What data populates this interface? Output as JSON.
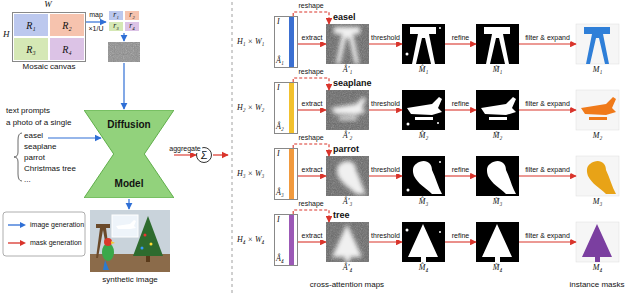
{
  "diagram": {
    "nodes": [
      {
        "text": [
          "Mosaic canvas"
        ]
      },
      {
        "text": [
          "R₁"
        ],
        "in": 0
      },
      {
        "text": [
          "R₂"
        ],
        "in": 0
      },
      {
        "text": [
          "R₃"
        ],
        "in": 0
      },
      {
        "text": [
          "R₄"
        ],
        "in": 0
      },
      {
        "text": [
          "r₁"
        ]
      },
      {
        "text": [
          "r₂"
        ]
      },
      {
        "text": [
          "r₃"
        ]
      },
      {
        "text": [
          "r₄"
        ]
      },
      {
        "text": [
          "Diffusion",
          "Model"
        ]
      },
      {
        "text": [
          "Σ"
        ]
      },
      {
        "text": [
          "I",
          "Â₁"
        ]
      },
      {
        "text": [
          "easel",
          "Â′₁"
        ]
      },
      {
        "text": [
          "M̂₁"
        ]
      },
      {
        "text": [
          "M̃₁"
        ]
      },
      {
        "text": [
          "M₁"
        ]
      },
      {
        "text": [
          "I",
          "Â₂"
        ]
      },
      {
        "text": [
          "seaplane",
          "Â′₂"
        ]
      },
      {
        "text": [
          "M̂₂"
        ]
      },
      {
        "text": [
          "M̃₂"
        ]
      },
      {
        "text": [
          "M₂"
        ]
      },
      {
        "text": [
          "I",
          "Â₃"
        ]
      },
      {
        "text": [
          "parrot",
          "Â′₃"
        ]
      },
      {
        "text": [
          "M̂₃"
        ]
      },
      {
        "text": [
          "M̃₃"
        ]
      },
      {
        "text": [
          "M₃"
        ]
      },
      {
        "text": [
          "I",
          "Â₄"
        ]
      },
      {
        "text": [
          "tree",
          "Â′₄"
        ]
      },
      {
        "text": [
          "M̂₄"
        ]
      },
      {
        "text": [
          "M̃₄"
        ]
      },
      {
        "text": [
          "M₄"
        ]
      }
    ],
    "edges": [
      {
        "from": 9,
        "to": 10,
        "label": "aggregate",
        "arrow": "to"
      },
      {
        "from": 11,
        "to": 12,
        "label": "extract",
        "arrow": "to"
      },
      {
        "from": 11,
        "to": 12,
        "label": "reshape",
        "arrow": "to"
      },
      {
        "from": 12,
        "to": 13,
        "label": "threshold",
        "arrow": "to"
      },
      {
        "from": 13,
        "to": 14,
        "label": "refine",
        "arrow": "to"
      },
      {
        "from": 14,
        "to": 15,
        "label": "filter & expand",
        "arrow": "to"
      },
      {
        "from": 16,
        "to": 17,
        "label": "extract",
        "arrow": "to"
      },
      {
        "from": 16,
        "to": 17,
        "label": "reshape",
        "arrow": "to"
      },
      {
        "from": 17,
        "to": 18,
        "label": "threshold",
        "arrow": "to"
      },
      {
        "from": 18,
        "to": 19,
        "label": "refine",
        "arrow": "to"
      },
      {
        "from": 19,
        "to": 20,
        "label": "filter & expand",
        "arrow": "to"
      },
      {
        "from": 21,
        "to": 22,
        "label": "extract",
        "arrow": "to"
      },
      {
        "from": 21,
        "to": 22,
        "label": "reshape",
        "arrow": "to"
      },
      {
        "from": 22,
        "to": 23,
        "label": "threshold",
        "arrow": "to"
      },
      {
        "from": 23,
        "to": 24,
        "label": "refine",
        "arrow": "to"
      },
      {
        "from": 24,
        "to": 25,
        "label": "filter & expand",
        "arrow": "to"
      },
      {
        "from": 26,
        "to": 27,
        "label": "extract",
        "arrow": "to"
      },
      {
        "from": 26,
        "to": 27,
        "label": "reshape",
        "arrow": "to"
      },
      {
        "from": 27,
        "to": 28,
        "label": "threshold",
        "arrow": "to"
      },
      {
        "from": 28,
        "to": 29,
        "label": "refine",
        "arrow": "to"
      },
      {
        "from": 29,
        "to": 30,
        "label": "filter & expand",
        "arrow": "to"
      }
    ],
    "labels": [
      "W",
      "H",
      "map",
      "×1/U",
      "text prompts",
      "a photo of a single",
      "easel",
      "seaplane",
      "parrot",
      "Christmas tree",
      "...",
      "synthetic image",
      "H₁ × W₁",
      "H₂ × W₂",
      "H₃ × W₃",
      "H₄ × W₄",
      "cross-attention maps",
      "instance masks"
    ],
    "legend": [
      {
        "text": "image generation"
      },
      {
        "text": "mask generation"
      }
    ]
  }
}
